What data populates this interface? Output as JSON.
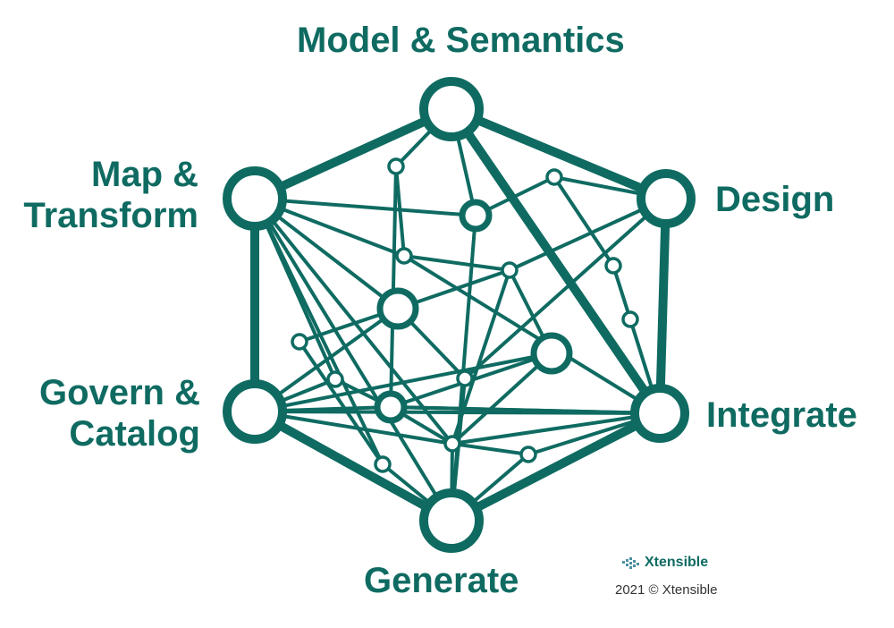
{
  "colors": {
    "accent": "#0f6b62",
    "background": "#ffffff"
  },
  "labels": {
    "model_semantics": "Model & Semantics",
    "map_line1": "Map &",
    "map_line2": "Transform",
    "design": "Design",
    "govern_line1": "Govern &",
    "govern_line2": "Catalog",
    "integrate": "Integrate",
    "generate": "Generate"
  },
  "footer": {
    "logo_icon": "xtensible-mesh-icon",
    "logo_text": "Xtensible",
    "copyright": "2021 © Xtensible"
  }
}
